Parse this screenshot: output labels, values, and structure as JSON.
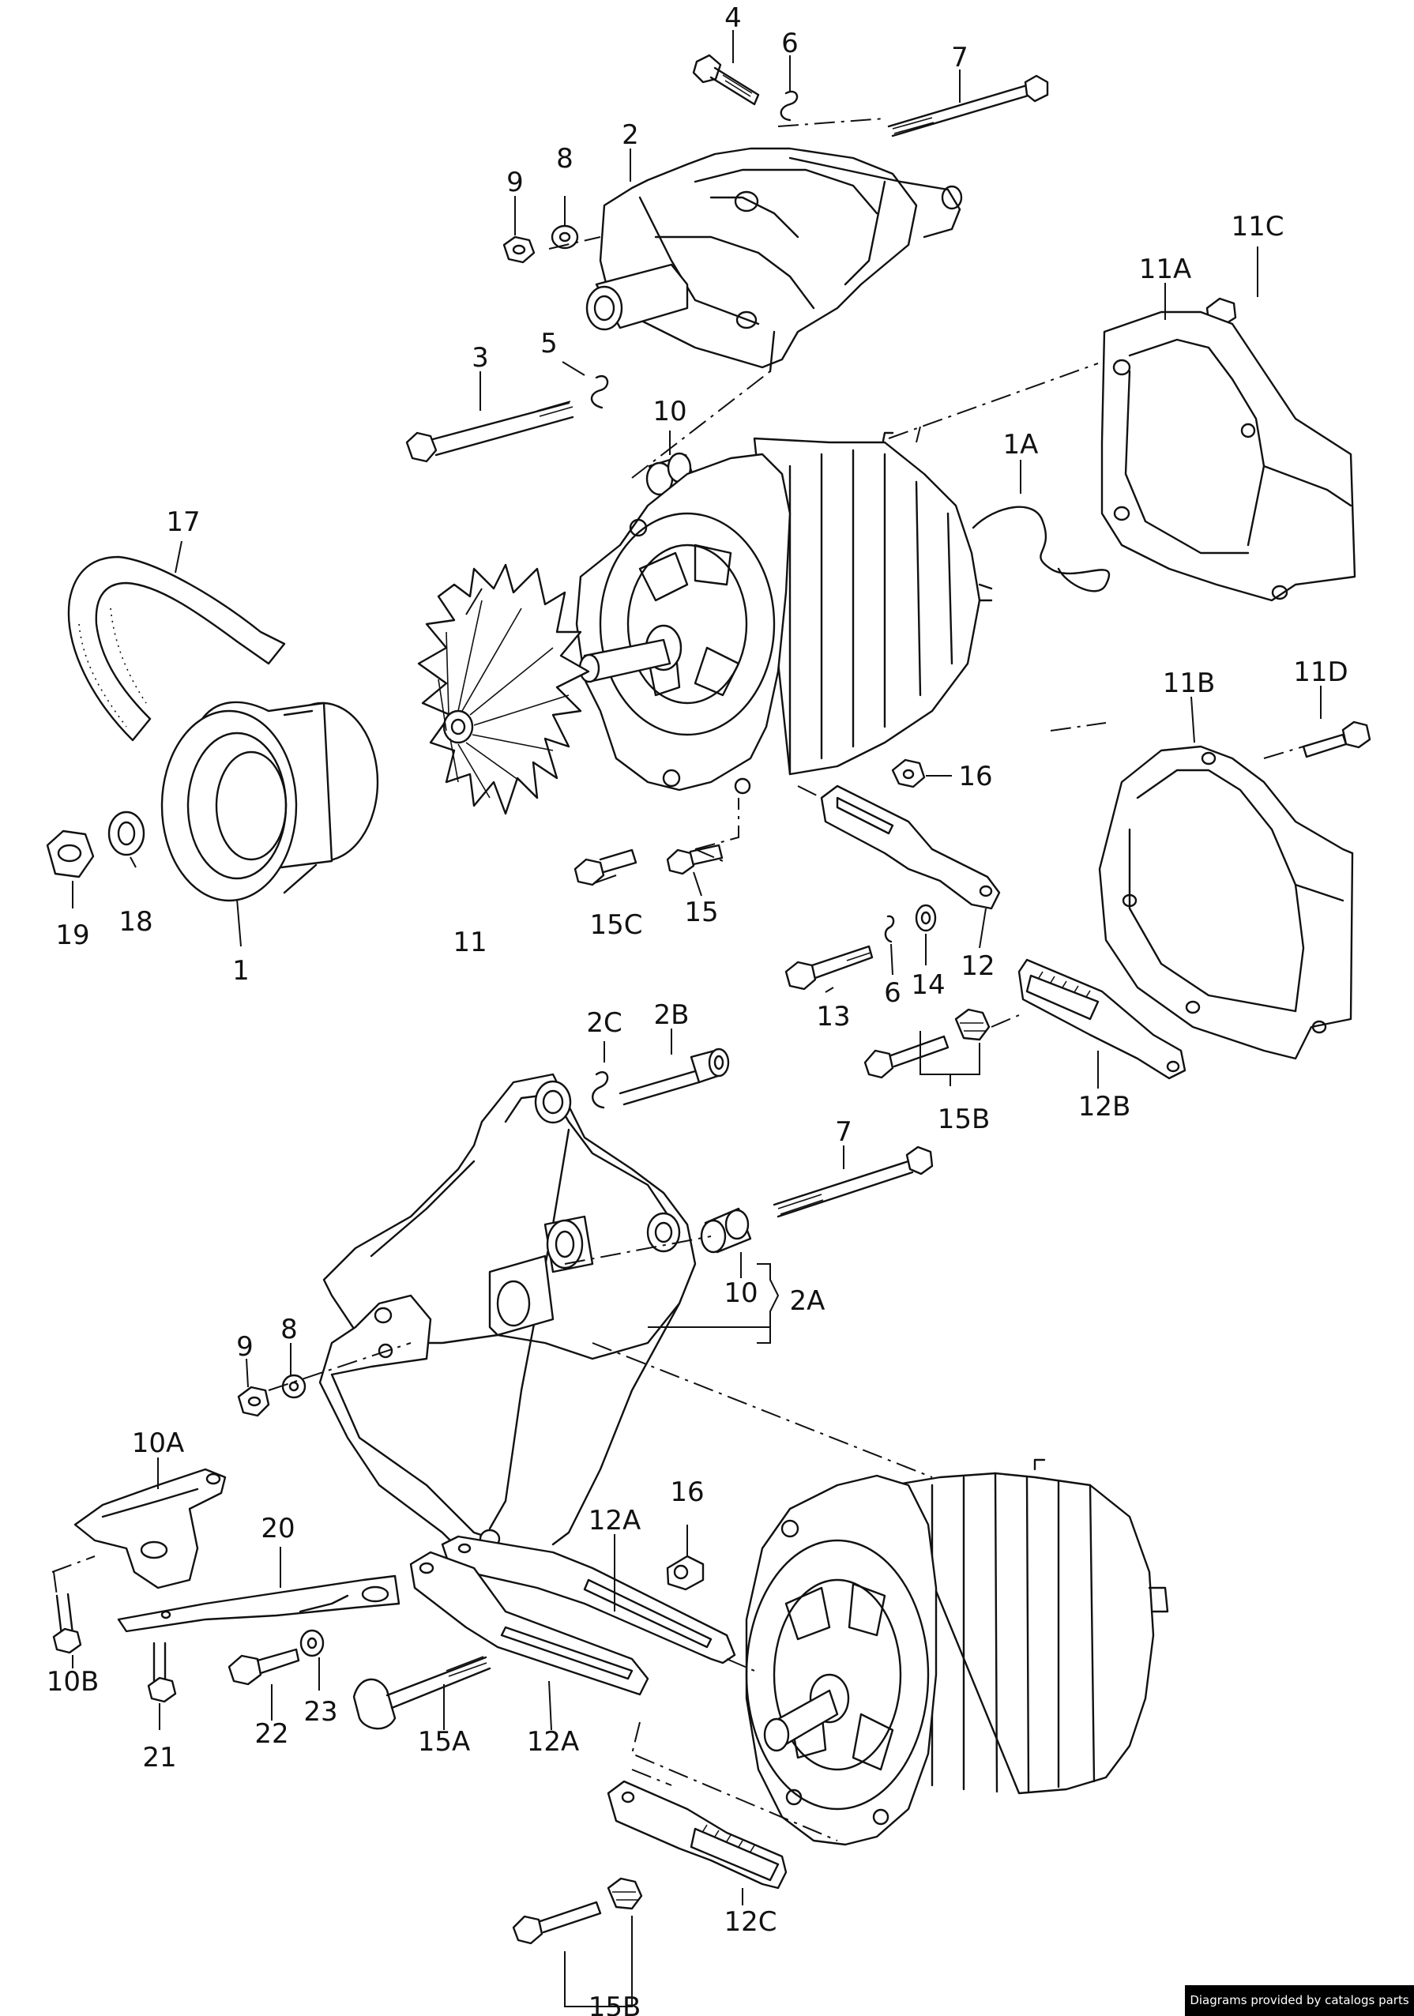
{
  "callouts": {
    "p4": "4",
    "p6a": "6",
    "p7a": "7",
    "p2": "2",
    "p9a": "9",
    "p8a": "8",
    "p11c": "11C",
    "p11a": "11A",
    "p3": "3",
    "p5": "5",
    "p10a": "10",
    "p1a": "1A",
    "p17": "17",
    "p11": "11",
    "p1": "1",
    "p18": "18",
    "p19": "19",
    "p15c": "15C",
    "p15": "15",
    "p16a": "16",
    "p12": "12",
    "p13": "13",
    "p6b": "6",
    "p14": "14",
    "p11b": "11B",
    "p11d": "11D",
    "p2c": "2C",
    "p2b": "2B",
    "p15b_a": "15B",
    "p12b": "12B",
    "p7b": "7",
    "p10b": "10",
    "p2a": "2A",
    "p9b": "9",
    "p8b": "8",
    "p10a_b": "10A",
    "p20": "20",
    "p12a_a": "12A",
    "p16b": "16",
    "p10b_b": "10B",
    "p21": "21",
    "p22": "22",
    "p23": "23",
    "p15a": "15A",
    "p12a_b": "12A",
    "p12c": "12C",
    "p15b_b": "15B"
  },
  "credit": "Diagrams provided by catalogs parts"
}
